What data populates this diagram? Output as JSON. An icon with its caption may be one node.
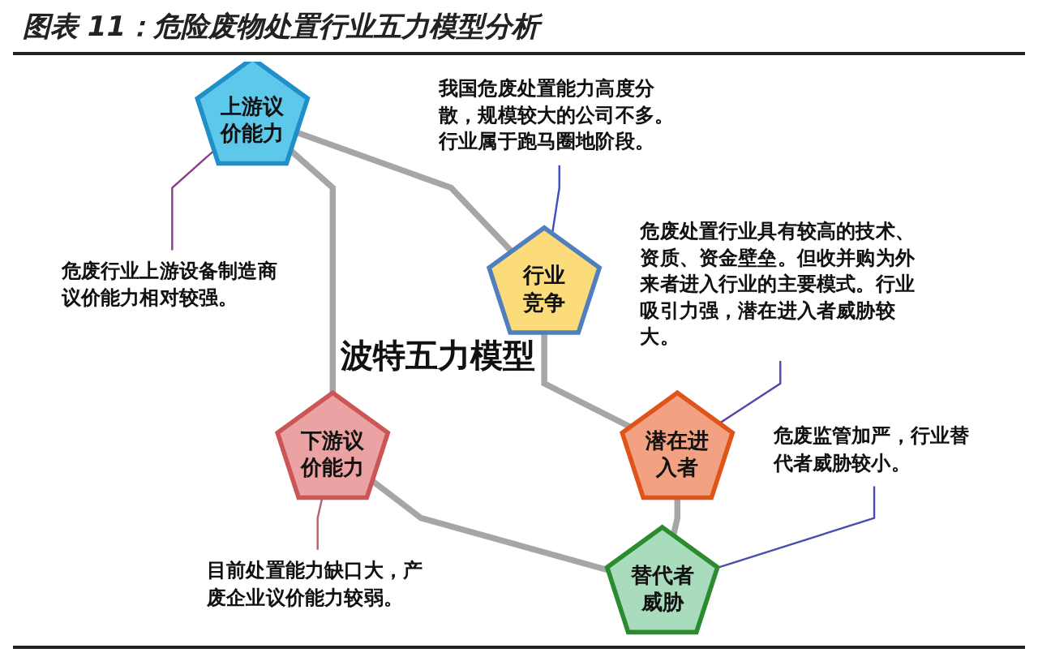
{
  "diagram": {
    "title": "图表 11：危险废物处置行业五力模型分析",
    "nodes": [
      {
        "text": [
          "危废行业上游设备制造商议价能力相对较强。"
        ]
      },
      {
        "text": [
          "上游议价能力"
        ]
      },
      {
        "text": [
          "我国危废处置能力高度分散，规模较大的公司不多。行业属于跑马圈地阶段。"
        ]
      },
      {
        "text": [
          "行业竞争"
        ]
      },
      {
        "text": [
          "下游议价能力"
        ]
      },
      {
        "text": [
          "目前处置能力缺口大，产废企业议价能力较弱。"
        ]
      },
      {
        "text": [
          "危废处置行业具有较高的技术、资质、资金壁垒。但收并购为外来者进入行业的主要模式。行业吸引力强，潜在进入者威胁较大。"
        ]
      },
      {
        "text": [
          "潜在进入者"
        ]
      },
      {
        "text": [
          "替代者威胁"
        ]
      },
      {
        "text": [
          "危废监管加严，行业替代者威胁较小。"
        ]
      }
    ],
    "edges": [
      {
        "from": 1,
        "to": 0,
        "arrow": "none",
        "color": "#8e3d8e"
      },
      {
        "from": 1,
        "to": 4,
        "arrow": "none",
        "style": "thick"
      },
      {
        "from": 1,
        "to": 3,
        "arrow": "none",
        "style": "thick"
      },
      {
        "from": 2,
        "to": 3,
        "arrow": "none",
        "color": "#3f4fbf"
      },
      {
        "from": 4,
        "to": 5,
        "arrow": "none",
        "color": "#b4646e"
      },
      {
        "from": 3,
        "to": 7,
        "arrow": "none",
        "style": "thick"
      },
      {
        "from": 4,
        "to": 8,
        "arrow": "none",
        "style": "thick"
      },
      {
        "from": 6,
        "to": 7,
        "arrow": "none",
        "color": "#5745b0"
      },
      {
        "from": 7,
        "to": 8,
        "arrow": "none",
        "style": "thick"
      },
      {
        "from": 9,
        "to": 8,
        "arrow": "none",
        "color": "#4b4bb0"
      }
    ],
    "labels": [
      "波特五力模型"
    ]
  }
}
